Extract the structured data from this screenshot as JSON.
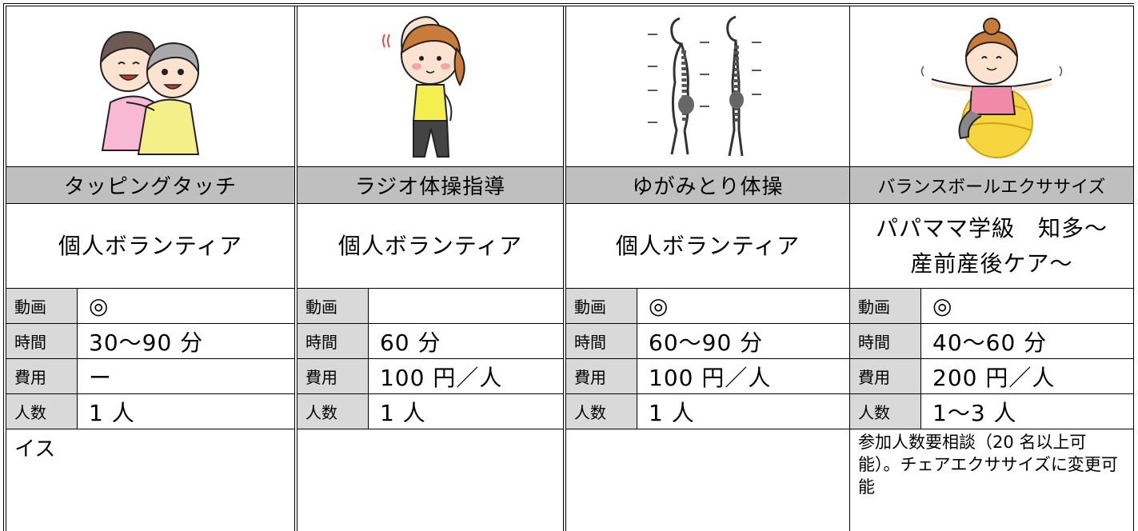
{
  "columns": [
    {
      "title": "タッピングタッチ",
      "org": [
        "個人ボランティア"
      ],
      "rows": [
        {
          "label": "動画",
          "value": "◎"
        },
        {
          "label": "時間",
          "value": "30〜90 分"
        },
        {
          "label": "費用",
          "value": "ー"
        },
        {
          "label": "人数",
          "value": "1 人"
        }
      ],
      "note": "イス"
    },
    {
      "title": "ラジオ体操指導",
      "org": [
        "個人ボランティア"
      ],
      "rows": [
        {
          "label": "動画",
          "value": ""
        },
        {
          "label": "時間",
          "value": "60 分"
        },
        {
          "label": "費用",
          "value": "100 円／人"
        },
        {
          "label": "人数",
          "value": "1 人"
        }
      ],
      "note": ""
    },
    {
      "title": "ゆがみとり体操",
      "org": [
        "個人ボランティア"
      ],
      "rows": [
        {
          "label": "動画",
          "value": "◎"
        },
        {
          "label": "時間",
          "value": "60〜90 分"
        },
        {
          "label": "費用",
          "value": "100 円／人"
        },
        {
          "label": "人数",
          "value": "1 人"
        }
      ],
      "note": ""
    },
    {
      "title": "バランスボールエクササイズ",
      "org": [
        "パパママ学級　知多〜",
        "産前産後ケア〜"
      ],
      "rows": [
        {
          "label": "動画",
          "value": "◎"
        },
        {
          "label": "時間",
          "value": "40〜60 分"
        },
        {
          "label": "費用",
          "value": "200 円／人"
        },
        {
          "label": "人数",
          "value": "1〜3 人"
        }
      ],
      "note": "参加人数要相談（20 名以上可能）。チェアエクササイズに変更可能"
    }
  ],
  "illustrations": [
    "tapping-touch-illustration",
    "radio-exercise-illustration",
    "posture-correction-illustration",
    "balance-ball-illustration"
  ],
  "colors": {
    "title_bg": "#bfbfbf",
    "label_bg": "#d9d9d9"
  }
}
